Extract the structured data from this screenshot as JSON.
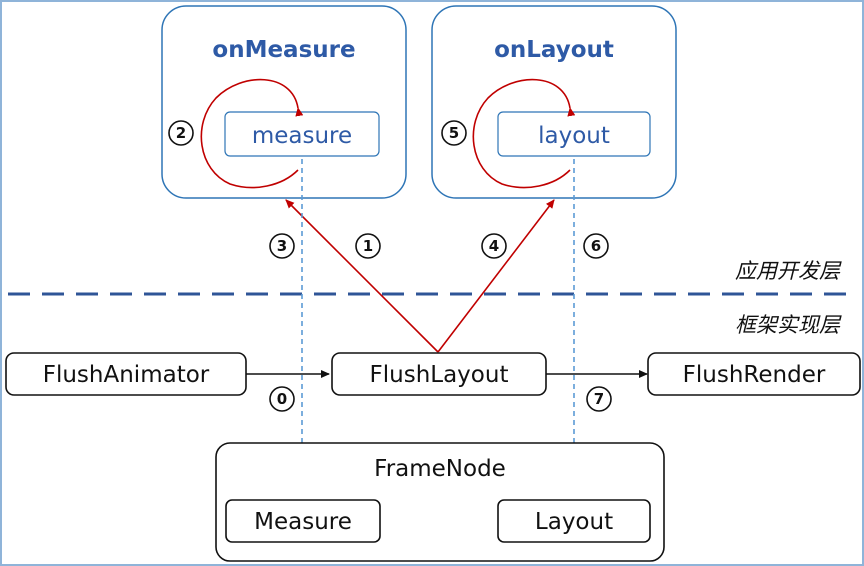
{
  "app_boxes": {
    "on_measure": {
      "title": "onMeasure",
      "inner": "measure"
    },
    "on_layout": {
      "title": "onLayout",
      "inner": "layout"
    }
  },
  "framework_nodes": {
    "flush_animator": "FlushAnimator",
    "flush_layout": "FlushLayout",
    "flush_render": "FlushRender"
  },
  "frame_node": {
    "title": "FrameNode",
    "measure": "Measure",
    "layout": "Layout"
  },
  "steps": {
    "s0": "0",
    "s1": "1",
    "s2": "2",
    "s3": "3",
    "s4": "4",
    "s5": "5",
    "s6": "6",
    "s7": "7"
  },
  "layers": {
    "app_layer": "应用开发层",
    "framework_layer": "框架实现层"
  },
  "colors": {
    "app_box_border": "#2e75b6",
    "app_box_text": "#2e5aa6",
    "call_arrow": "#c00000",
    "dashed_arrow": "#5b9bd5",
    "divider": "#2f5597",
    "frame": "#8fb4d9"
  }
}
